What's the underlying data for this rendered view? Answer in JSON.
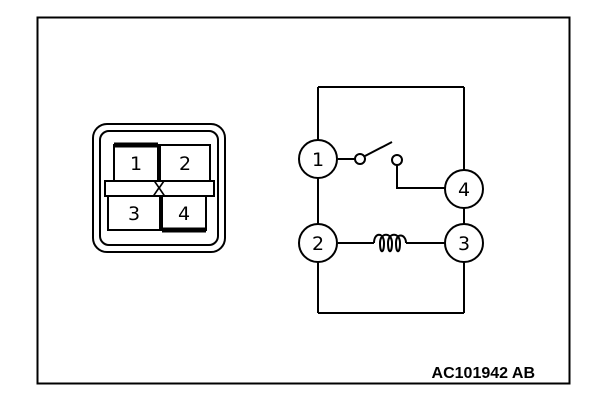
{
  "connector": {
    "pins": [
      "1",
      "2",
      "3",
      "4"
    ],
    "center_mark": "X"
  },
  "circuit": {
    "terminals": [
      "1",
      "2",
      "3",
      "4"
    ],
    "components": [
      "switch-normally-open",
      "coil"
    ]
  },
  "figure_code": "AC101942 AB",
  "colors": {
    "ink": "#000000",
    "background": "#ffffff"
  }
}
